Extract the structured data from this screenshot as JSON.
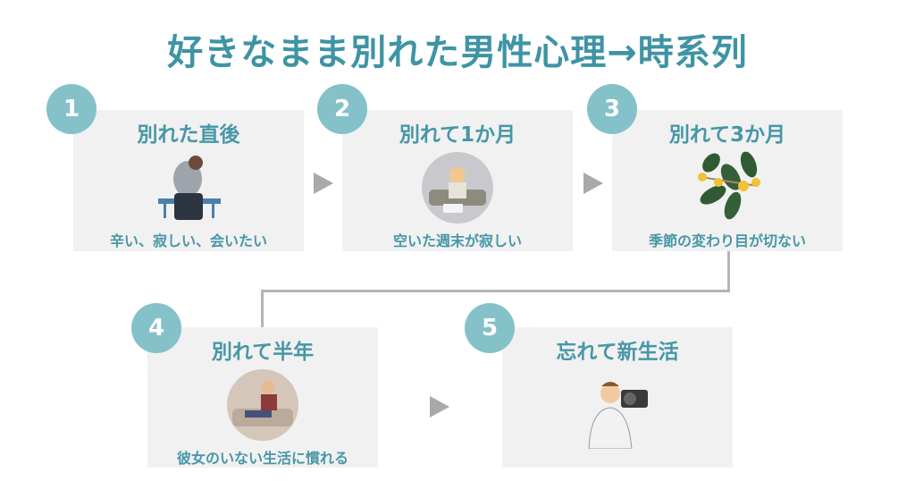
{
  "title": "好きなまま別れた男性心理→時系列",
  "steps": [
    {
      "num": "1",
      "heading": "別れた直後",
      "caption": "辛い、寂しい、会いたい",
      "image": "man-sitting-on-bench"
    },
    {
      "num": "2",
      "heading": "別れて1か月",
      "caption": "空いた週末が寂しい",
      "image": "man-on-sofa-distressed"
    },
    {
      "num": "3",
      "heading": "別れて3か月",
      "caption": "季節の変わり目が切ない",
      "image": "osmanthus-flower"
    },
    {
      "num": "4",
      "heading": "別れて半年",
      "caption": "彼女のいない生活に慣れる",
      "image": "man-relaxing-on-sofa"
    },
    {
      "num": "5",
      "heading": "忘れて新生活",
      "caption": "",
      "image": "man-with-camera"
    }
  ],
  "colors": {
    "accent": "#84c1c9",
    "text": "#4797a8",
    "box": "#f1f1f1",
    "arrow": "#a9a9a9"
  }
}
